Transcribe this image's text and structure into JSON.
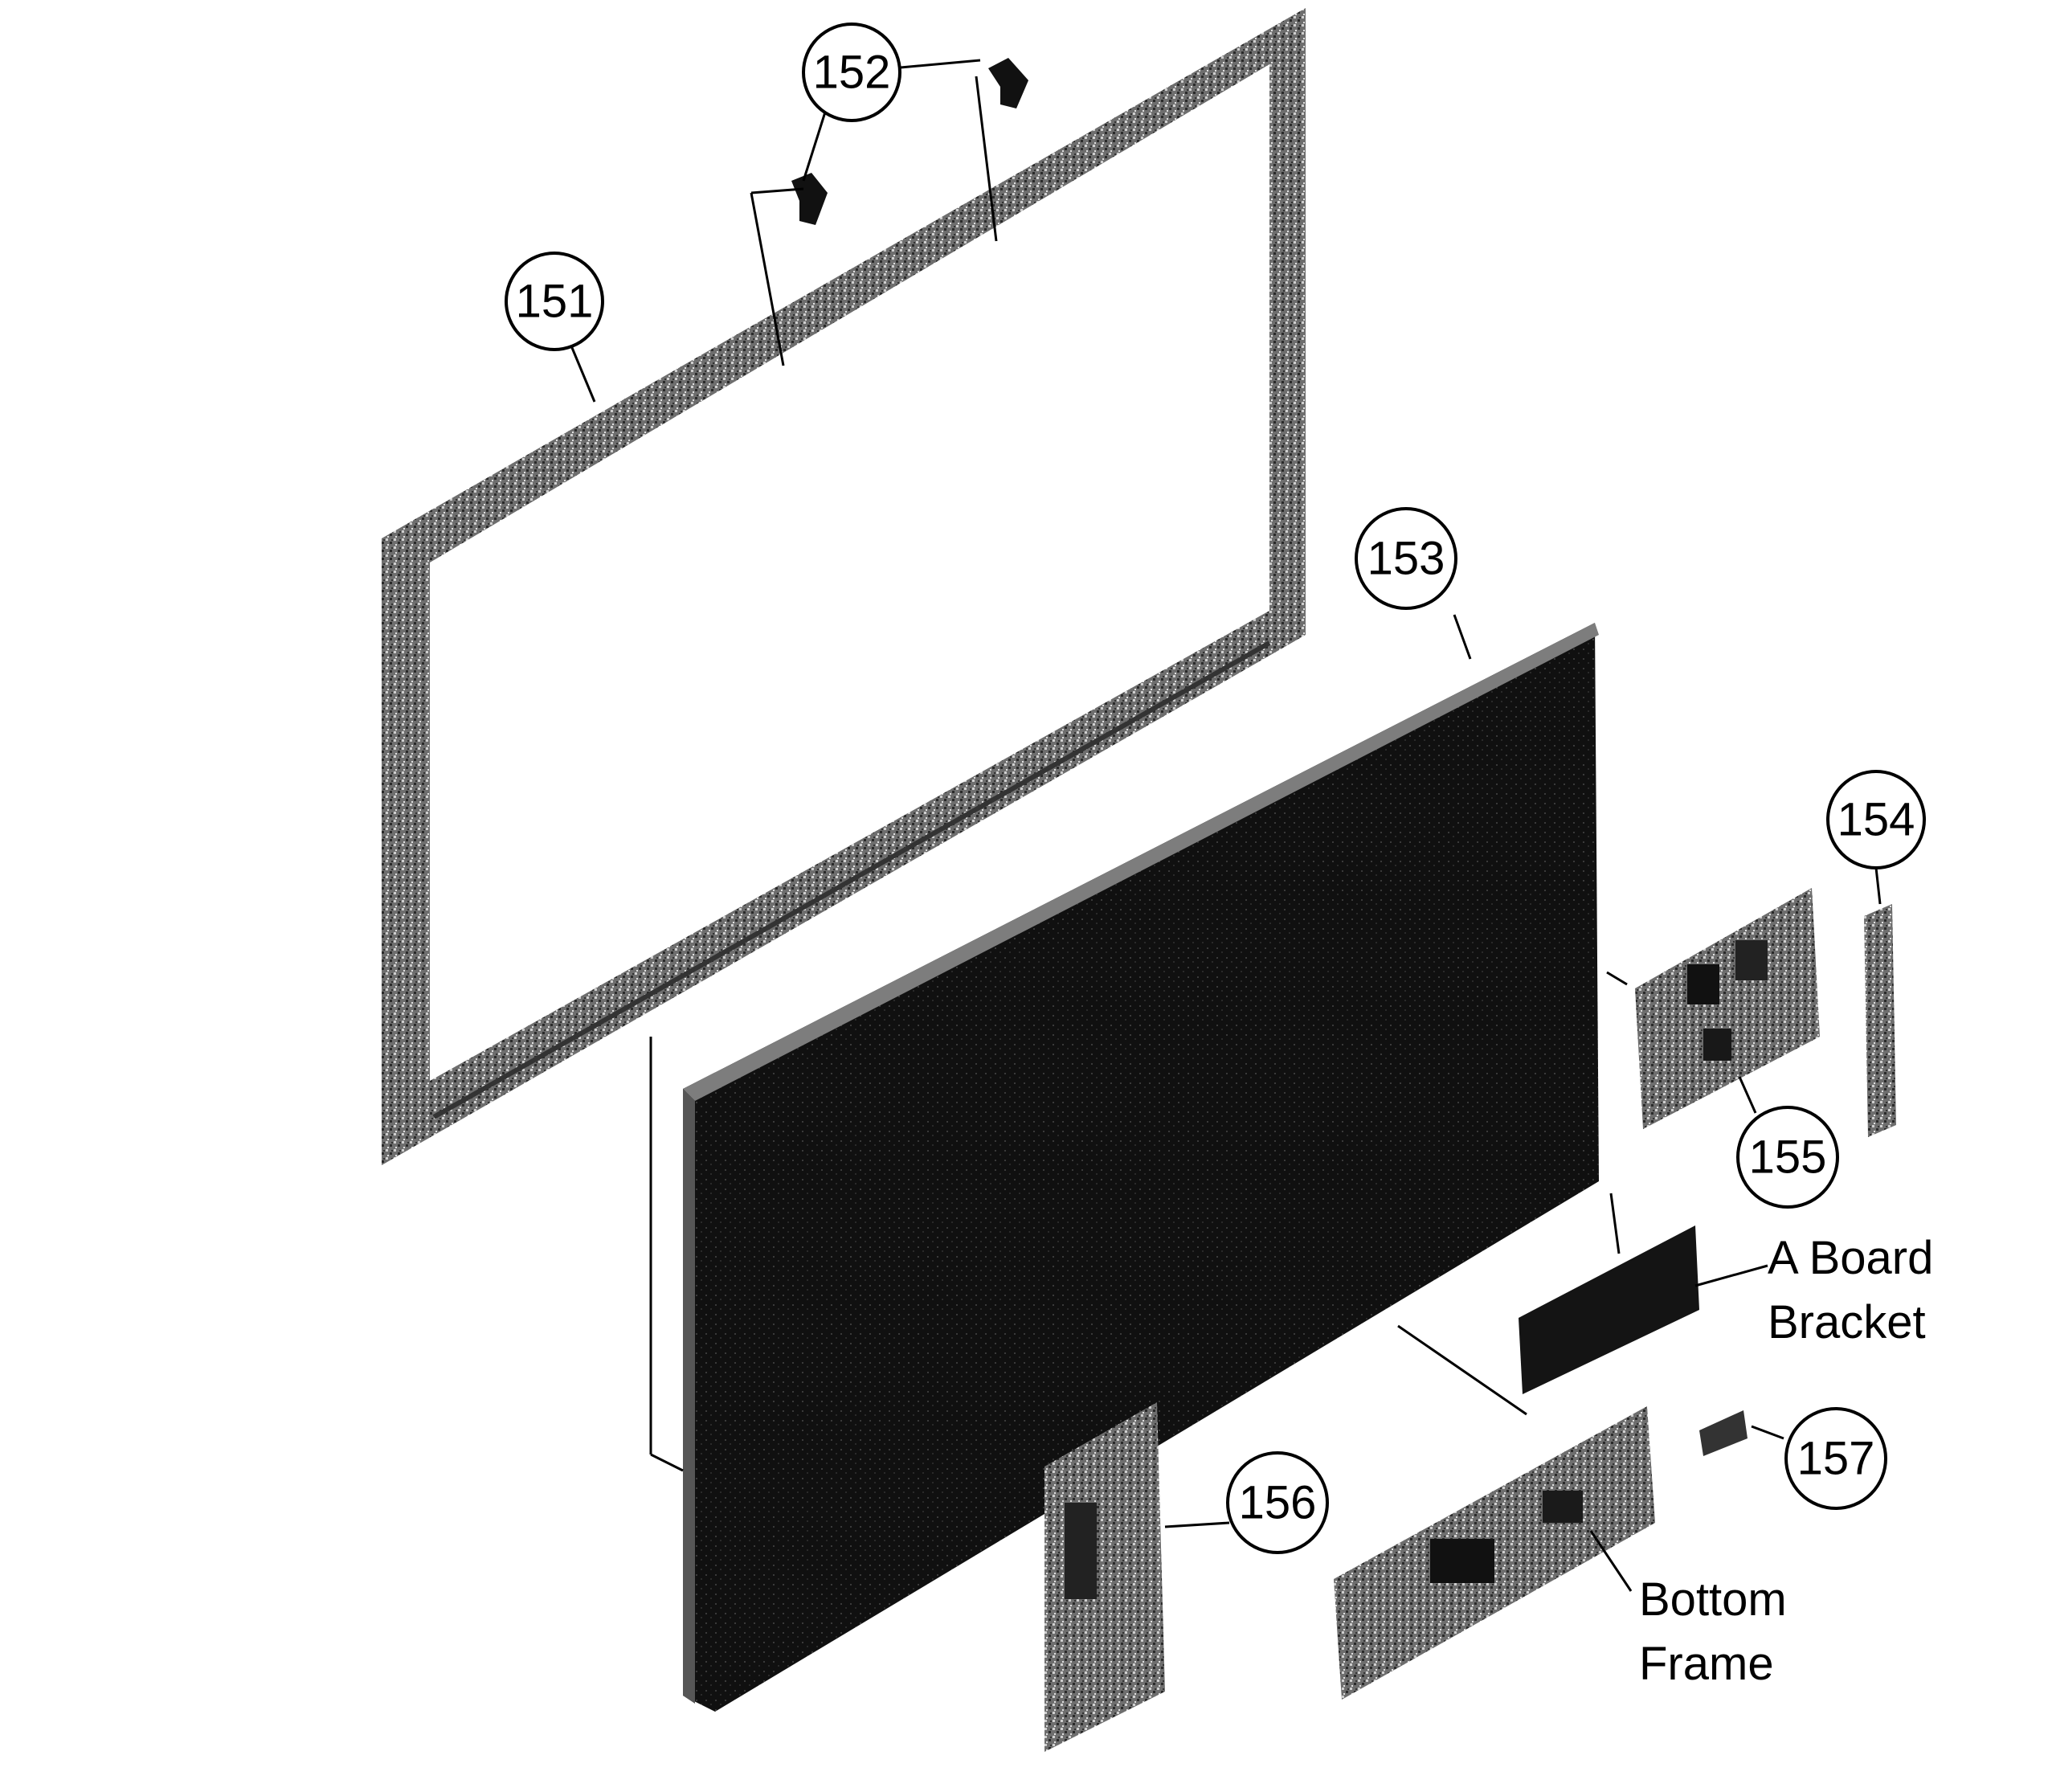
{
  "callouts": {
    "c151": "151",
    "c152": "152",
    "c153": "153",
    "c154": "154",
    "c155": "155",
    "c156": "156",
    "c157": "157"
  },
  "labels": {
    "a_board_bracket_line1": "A Board",
    "a_board_bracket_line2": "Bracket",
    "bottom_frame_line1": "Bottom",
    "bottom_frame_line2": "Frame"
  },
  "colors": {
    "panel": "#0c0c0c",
    "frame": "#7a7a7a",
    "ink": "#000000"
  }
}
